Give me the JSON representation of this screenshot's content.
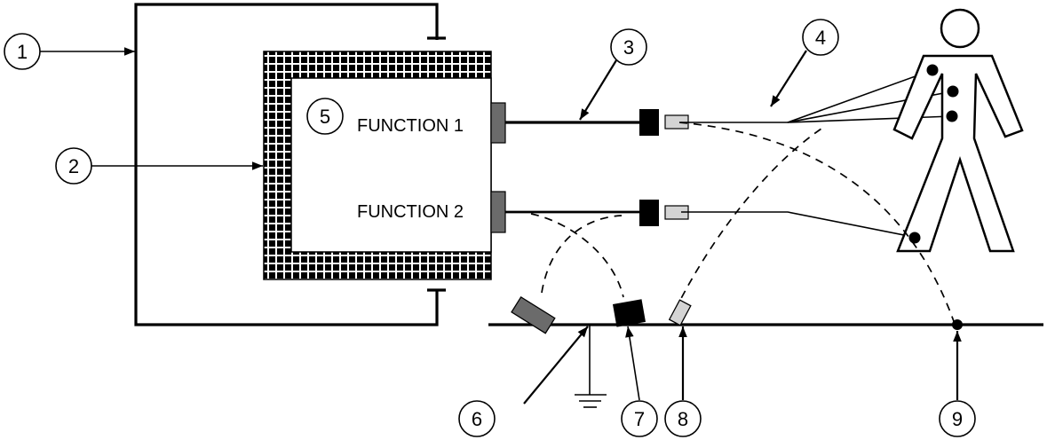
{
  "diagram": {
    "title": "Grounding and equipotential bonding diagram",
    "functions": [
      {
        "label": "FUNCTION 1"
      },
      {
        "label": "FUNCTION 2"
      }
    ],
    "callouts": [
      {
        "number": "1",
        "target": "outer-bonding-conductor"
      },
      {
        "number": "2",
        "target": "shielded-enclosure"
      },
      {
        "number": "3",
        "target": "function-1-cable"
      },
      {
        "number": "4",
        "target": "patient-leads"
      },
      {
        "number": "5",
        "target": "equipment-interior"
      },
      {
        "number": "6",
        "target": "function-2-connector-grounded"
      },
      {
        "number": "7",
        "target": "function-2-plug-grounded"
      },
      {
        "number": "8",
        "target": "function-1-lead-plug-grounded"
      },
      {
        "number": "9",
        "target": "patient-lead-ground-point"
      }
    ],
    "colors": {
      "connector_dark": "#6b6b6b",
      "plug_black": "#000000",
      "plug_light": "#d4d4d4",
      "line": "#000000",
      "background": "#ffffff"
    },
    "icons": {
      "ground": "ground-symbol-icon",
      "patient": "human-figure-icon"
    }
  }
}
